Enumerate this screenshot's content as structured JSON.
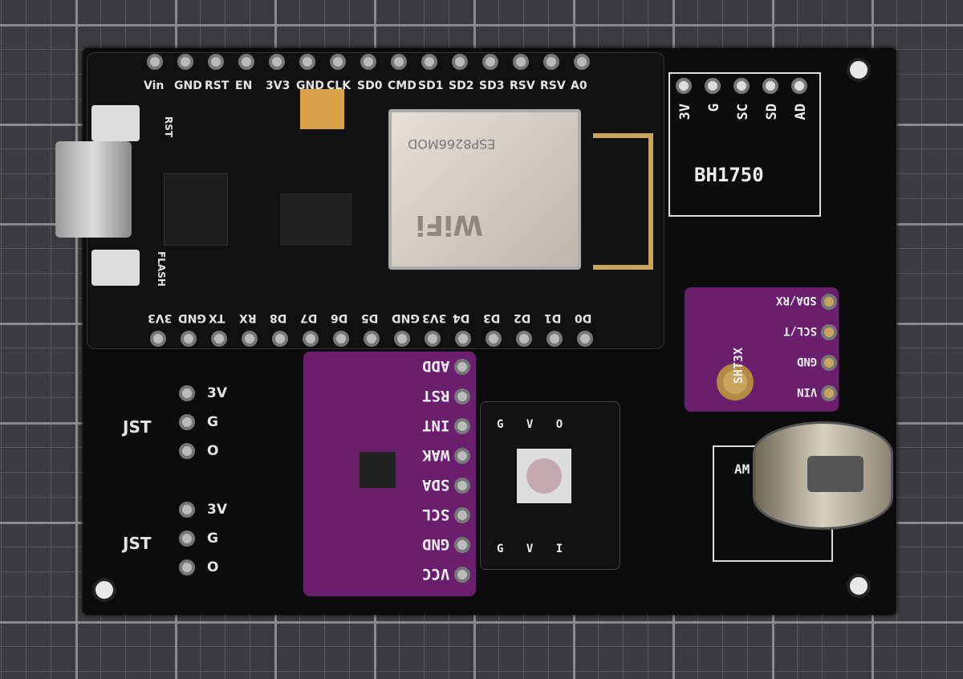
{
  "top_header_labels": [
    "Vin",
    "GND",
    "RST",
    "EN",
    "3V3",
    "GND",
    "CLK",
    "SD0",
    "CMD",
    "SD1",
    "SD2",
    "SD3",
    "RSV",
    "RSV",
    "A0"
  ],
  "bottom_header_labels": [
    "3V3",
    "GND",
    "TX",
    "RX",
    "D8",
    "D7",
    "D6",
    "D5",
    "GND",
    "3V3",
    "D4",
    "D3",
    "D2",
    "D1",
    "D0"
  ],
  "buttons": {
    "rst": "RST",
    "flash": "FLASH"
  },
  "esp_module": {
    "model": "ESP8266MOD",
    "wifi": "WiFi"
  },
  "bh1750": {
    "pins": [
      "3V",
      "G",
      "SC",
      "SD",
      "AD"
    ],
    "name": "BH1750"
  },
  "sht3x": {
    "pins": [
      "SDA/RX",
      "SCL/T",
      "GND",
      "VIN"
    ],
    "name": "SHT3X"
  },
  "purple_module": {
    "pins": [
      "ADD",
      "RST",
      "INT",
      "WAK",
      "SDA",
      "SCL",
      "GND",
      "VCC"
    ]
  },
  "jst": [
    {
      "label": "JST",
      "pins": [
        "3V",
        "G",
        "O"
      ]
    },
    {
      "label": "JST",
      "pins": [
        "3V",
        "G",
        "O"
      ]
    }
  ],
  "rgb_module": {
    "top_pins": "G V O",
    "bottom_pins": "G V I"
  },
  "gas_sensor": {
    "label": "AM"
  },
  "colors": {
    "board": "#0c0c0d",
    "purple": "#6a1f6e",
    "gold": "#c9a560",
    "mat": "#3b3b3d"
  }
}
